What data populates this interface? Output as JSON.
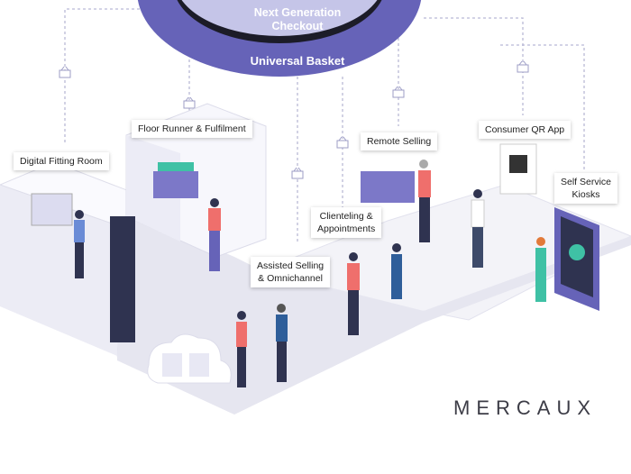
{
  "hub": {
    "inner_label": "Next Generation Checkout",
    "inner_line1": "Next Generation",
    "inner_line2": "Checkout",
    "outer_label": "Universal Basket"
  },
  "stations": [
    {
      "label": "Digital Fitting Room"
    },
    {
      "label": "Floor Runner & Fulfilment"
    },
    {
      "label": "Remote Selling"
    },
    {
      "label": "Consumer QR App"
    },
    {
      "label_line1": "Self Service",
      "label_line2": "Kiosks"
    },
    {
      "label_line1": "Clienteling &",
      "label_line2": "Appointments"
    },
    {
      "label_line1": "Assisted Selling",
      "label_line2": "& Omnichannel"
    }
  ],
  "brand": "MERCAUX",
  "colors": {
    "outer_ring": "#6663b8",
    "inner_ring": "#c5c5e8",
    "floor": "#f3f3f8",
    "accent_teal": "#3fc1a5",
    "accent_coral": "#ef6f6c",
    "navy": "#2f3350"
  }
}
